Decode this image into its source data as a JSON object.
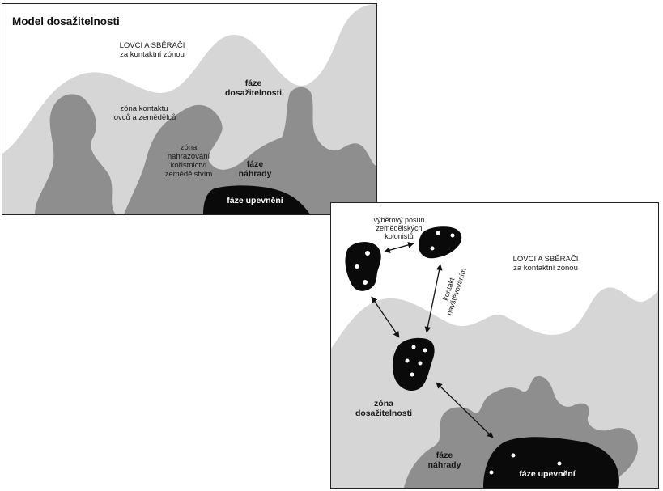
{
  "panel1": {
    "title": "Model dosažitelnosti",
    "hunters_line1": "LOVCI A SBĚRAČI",
    "hunters_line2": "za kontaktní zónou",
    "contact_zone_line1": "zóna kontaktu",
    "contact_zone_line2": "lovců a zemědělců",
    "availability_line1": "fáze",
    "availability_line2": "dosažitelnosti",
    "replacement_zone_line1": "zóna",
    "replacement_zone_line2": "nahrazování",
    "replacement_zone_line3": "kořistnictví",
    "replacement_zone_line4": "zemědělstvím",
    "replacement_line1": "fáze",
    "replacement_line2": "náhrady",
    "consolidation": "fáze upevnění"
  },
  "panel2": {
    "selective_line1": "výběrový posun",
    "selective_line2": "zemědělských",
    "selective_line3": "kolonistů",
    "contact_line1": "kontakt",
    "contact_line2": "navštěvováním",
    "hunters_line1": "LOVCI A SBĚRAČI",
    "hunters_line2": "za kontaktní zónou",
    "availability_line1": "zóna",
    "availability_line2": "dosažitelnosti",
    "replacement_line1": "fáze",
    "replacement_line2": "náhrady",
    "consolidation": "fáze upevnění"
  },
  "colors": {
    "light_gray": "#d4d4d4",
    "mid_gray": "#8c8c8c",
    "black": "#0a0a0a"
  }
}
